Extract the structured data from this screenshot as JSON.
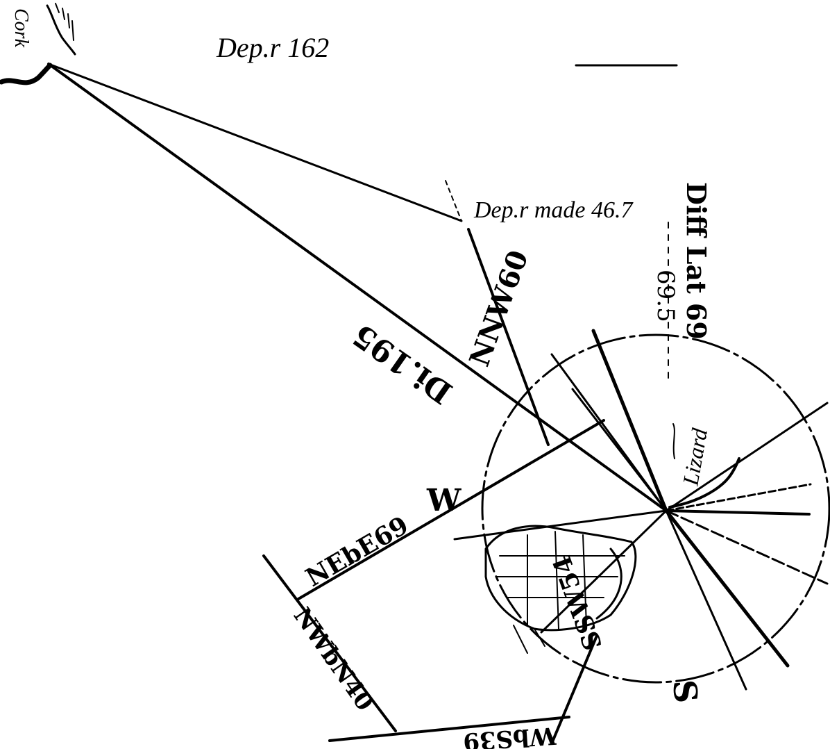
{
  "labels": {
    "cork": "Cork",
    "dep_162": "Dep.r 162",
    "dep_made": "Dep.r made 46.7",
    "diff_lat": "Diff Lat 69",
    "val_695": "69.5",
    "dist_195": "Di.195",
    "nnw_60": "NNW60",
    "lizard": "Lizard",
    "w": "W",
    "ne_b_e_69": "NEbE69",
    "ssw_54": "SSW54",
    "nw_b_n_40": "NWbN40",
    "w_b_s_39": "WbS39",
    "s": "S"
  },
  "colors": {
    "ink": "#000000",
    "paper": "#ffffff"
  }
}
